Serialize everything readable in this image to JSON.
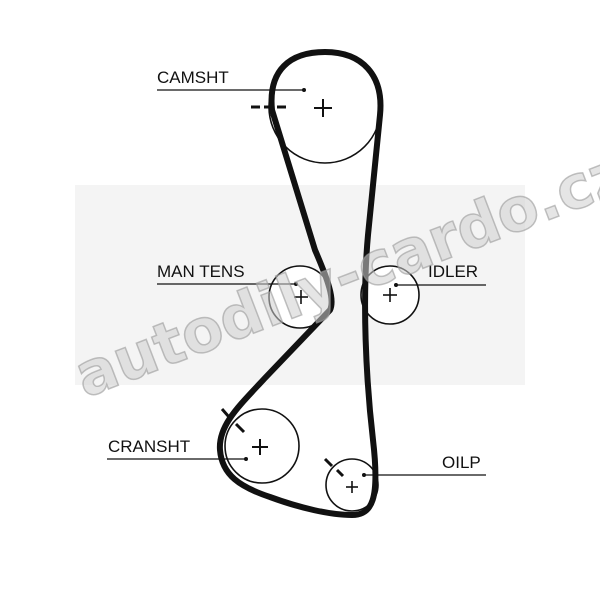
{
  "diagram": {
    "labels": {
      "camshaft": "CAMSHT",
      "man_tens": "MAN TENS",
      "idler": "IDLER",
      "crankshaft": "CRANSHT",
      "oil_pump": "OILP"
    },
    "watermark": "autodily-cardo.cz",
    "colors": {
      "belt": "#111111",
      "line": "#111111",
      "watermark": "#cfcfcf"
    }
  }
}
